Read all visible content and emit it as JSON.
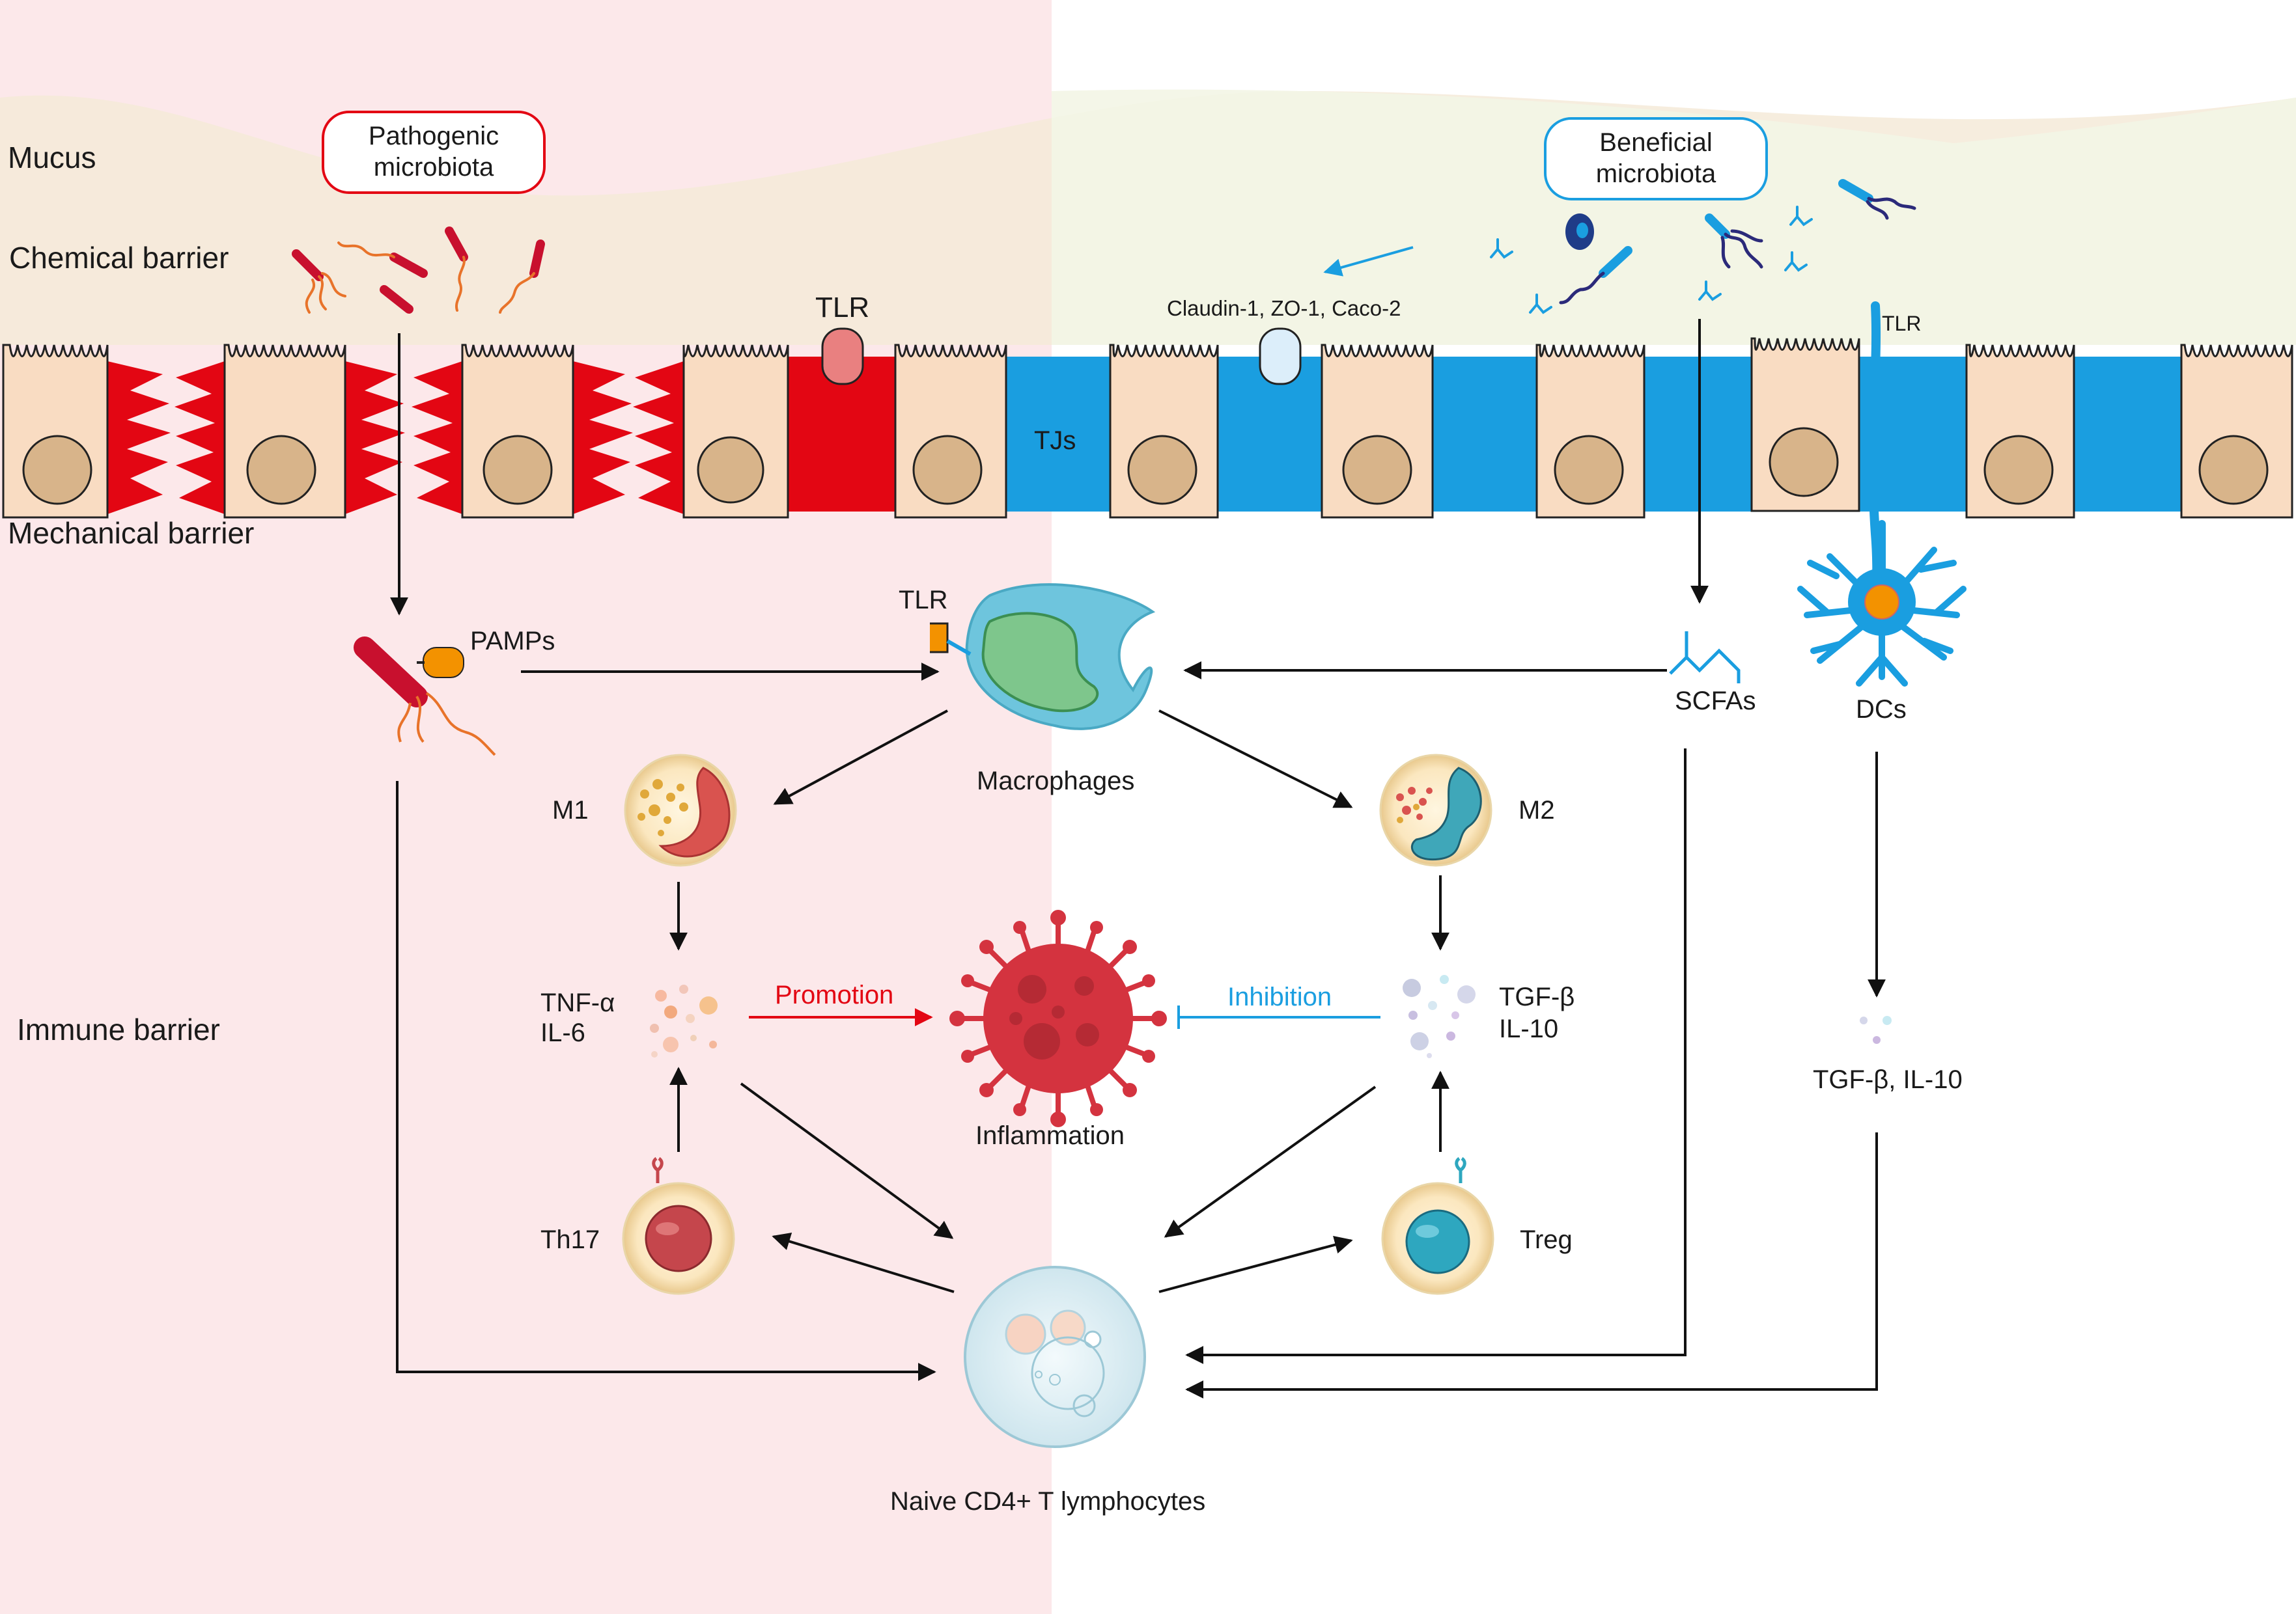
{
  "layers": {
    "mucus": "Mucus",
    "chemical": "Chemical barrier",
    "mechanical": "Mechanical barrier",
    "immune": "Immune barrier"
  },
  "microbiota": {
    "pathogenic_line1": "Pathogenic",
    "pathogenic_line2": "microbiota",
    "beneficial_line1": "Beneficial",
    "beneficial_line2": "microbiota"
  },
  "barrier_labels": {
    "tlr_left": "TLR",
    "tjs": "TJs",
    "tj_proteins": "Claudin-1, ZO-1, Caco-2",
    "tlr_right": "TLR"
  },
  "nodes": {
    "pamps": "PAMPs",
    "tlr_macrophage": "TLR",
    "macrophages": "Macrophages",
    "scfas": "SCFAs",
    "dcs": "DCs",
    "m1": "M1",
    "m2": "M2",
    "tnf": "TNF-α",
    "il6": "IL-6",
    "tgf": "TGF-β",
    "il10": "IL-10",
    "tgf_il10_dc": "TGF-β, IL-10",
    "inflammation": "Inflammation",
    "th17": "Th17",
    "treg": "Treg",
    "naive": "Naive CD4+ T lymphocytes"
  },
  "edges": {
    "promotion": "Promotion",
    "inhibition": "Inhibition"
  },
  "colors": {
    "left_bg": "#fce8ea",
    "right_bg": "#ffffff",
    "mucus_band": "#f7eede",
    "pathogen_red": "#e30613",
    "beneficial_blue": "#1a9ee0",
    "cell_fill": "#f9dcc2",
    "nucleus": "#d8b48a"
  }
}
